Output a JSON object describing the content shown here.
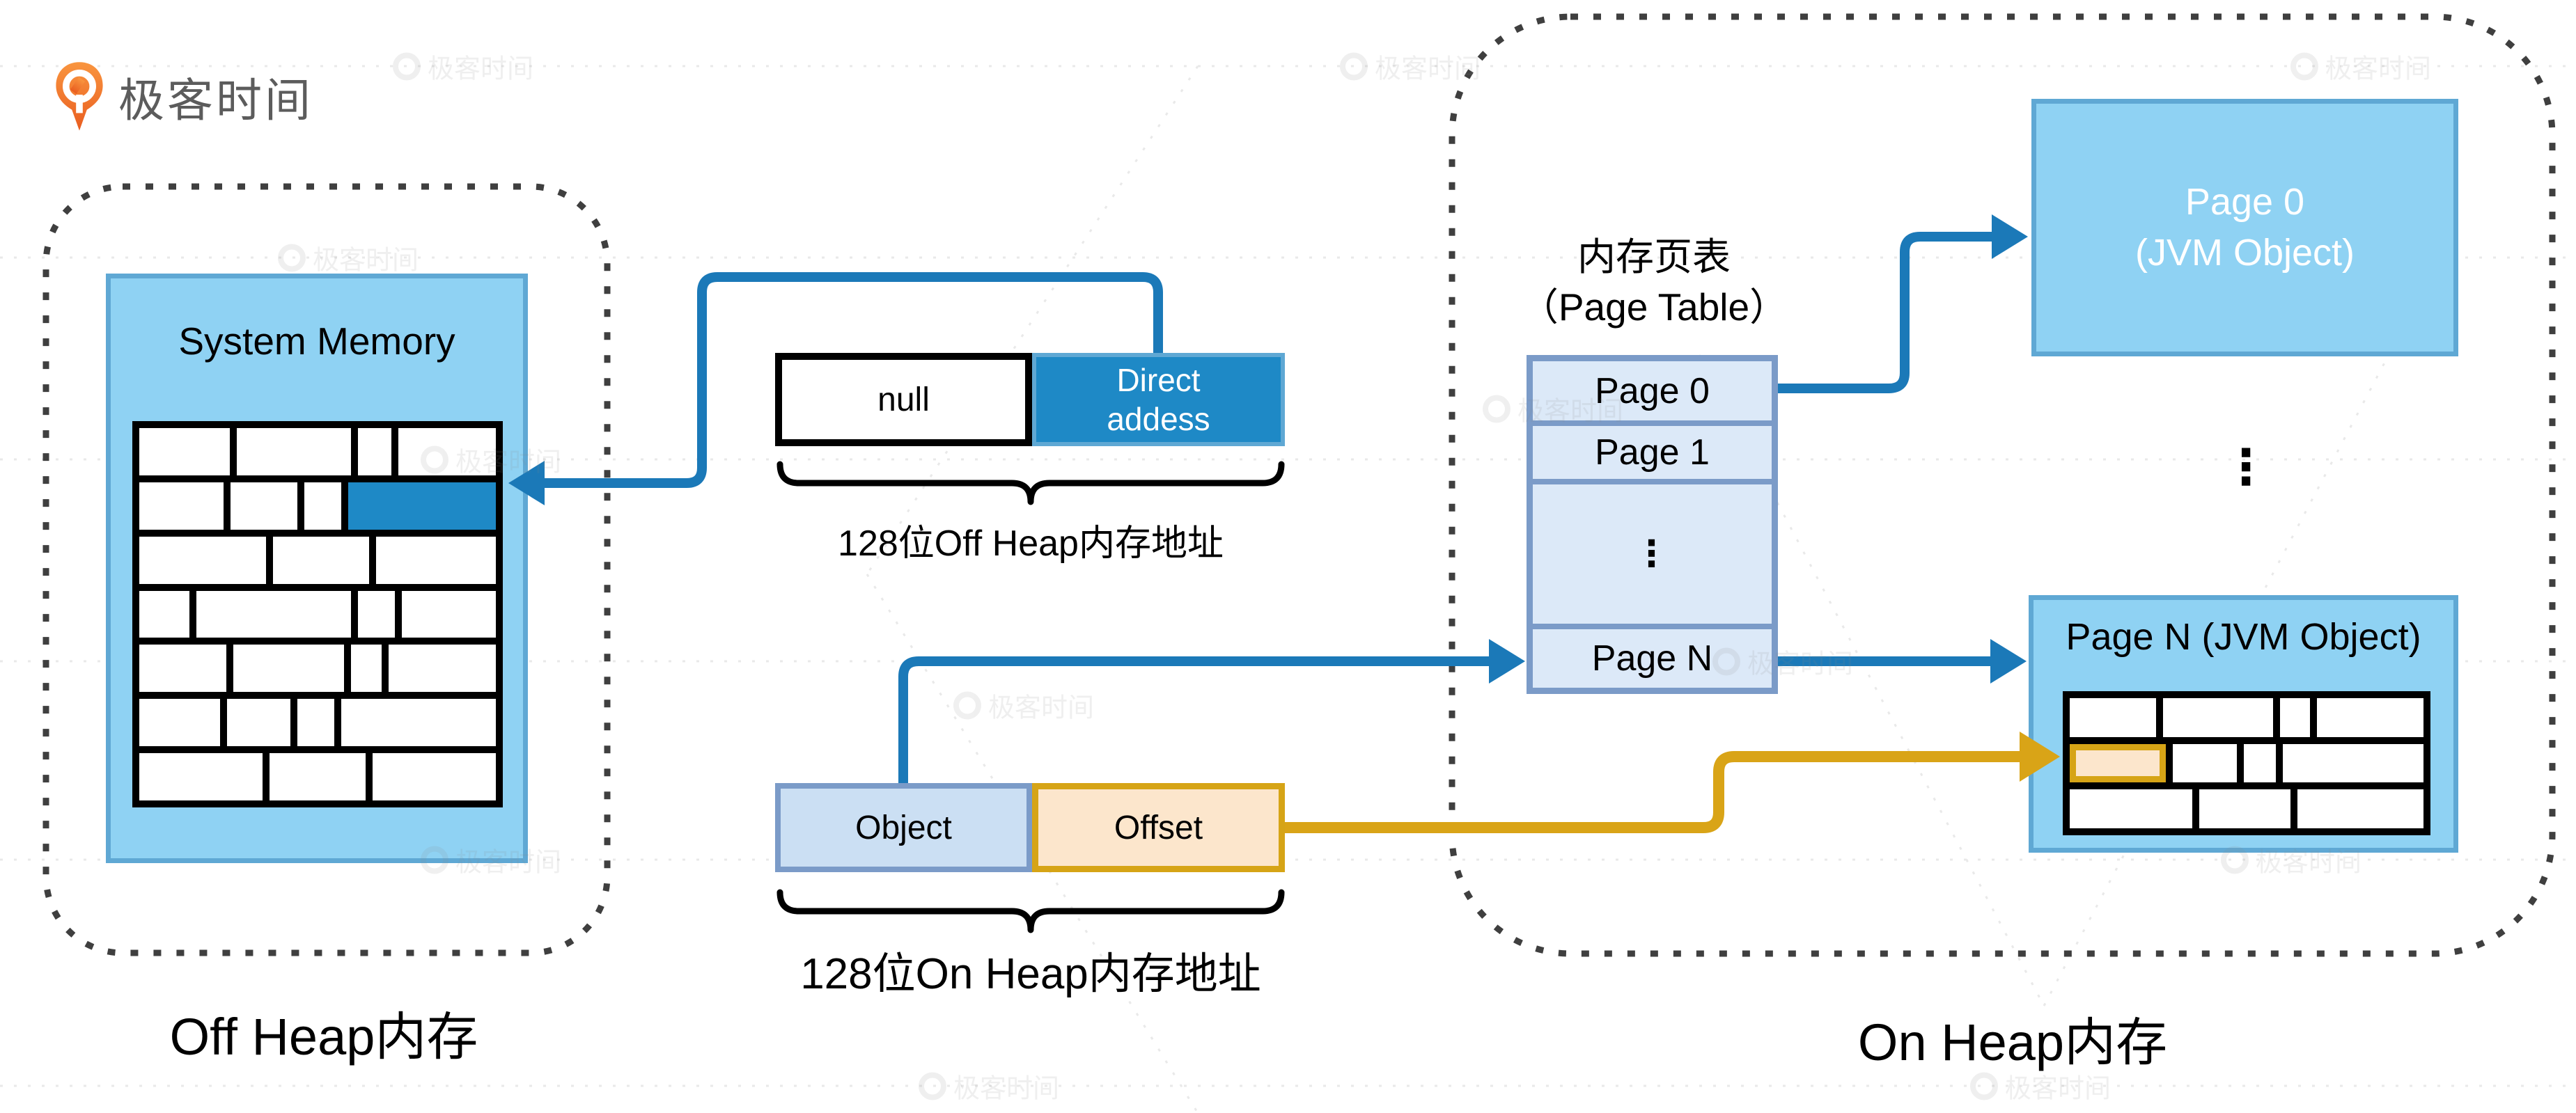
{
  "logo": {
    "text": "极客时间"
  },
  "watermark": {
    "text": "极客时间"
  },
  "off_heap": {
    "memory_box_label": "System Memory",
    "caption": "Off Heap内存"
  },
  "off_heap_address": {
    "null_label": "null",
    "direct_line1": "Direct",
    "direct_line2": "addess",
    "brace_label": "128位Off Heap内存地址"
  },
  "on_heap_address": {
    "object_label": "Object",
    "offset_label": "Offset",
    "brace_label": "128位On Heap内存地址"
  },
  "page_table": {
    "title_line1": "内存页表",
    "title_line2": "（Page Table）",
    "rows": [
      "Page 0",
      "Page 1",
      "⋮",
      "Page N"
    ]
  },
  "on_heap": {
    "page0_line1": "Page 0",
    "page0_line2": "(JVM Object)",
    "ellipsis": "⋮",
    "pageN_title": "Page N (JVM Object)",
    "caption": "On Heap内存"
  },
  "colors": {
    "box_blue": "#8FD2F3",
    "box_blue_border": "#5FA8D4",
    "direct_blue": "#1E89C6",
    "line_blue": "#1B79B8",
    "table_cell_blue": "#DCE9F8",
    "table_border_blue": "#7B9BC8",
    "object_fill": "#CBDFF3",
    "offset_fill": "#FCE6CC",
    "orange": "#D9A417",
    "logo_orange": "#F2691D"
  }
}
